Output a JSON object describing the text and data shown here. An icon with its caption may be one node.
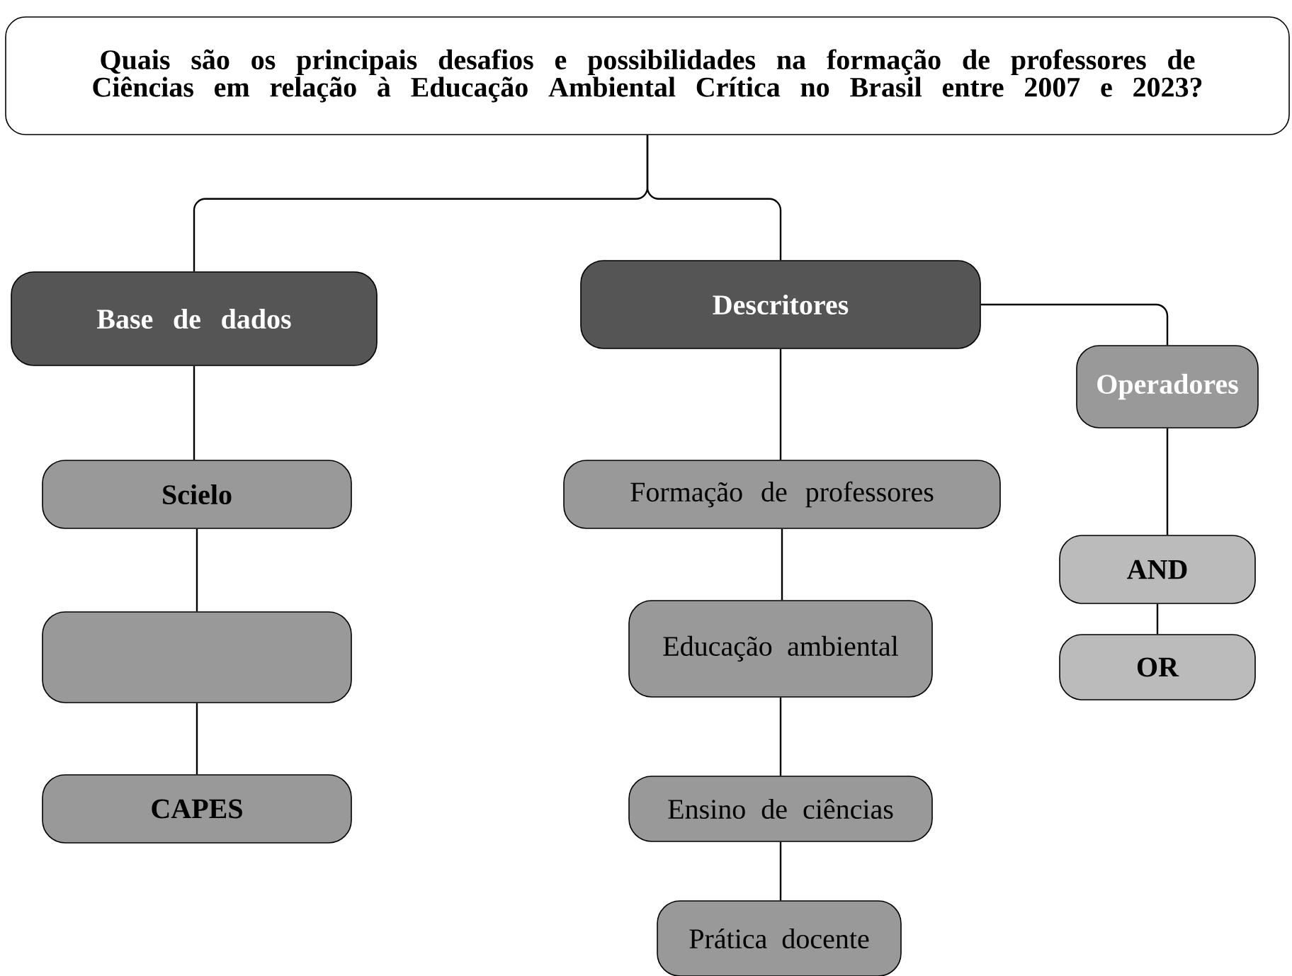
{
  "diagram": {
    "nodes": [
      {
        "text": [
          "Quais são os principais desafios e possibilidades na formação de professores de Ciências em relação à Educação Ambiental Crítica no Brasil entre 2007 e 2023?"
        ]
      },
      {
        "text": [
          "Base de dados"
        ]
      },
      {
        "text": [
          "Descritores"
        ]
      },
      {
        "text": [
          "Operadores"
        ]
      },
      {
        "text": [
          "Scielo"
        ]
      },
      {
        "text": [],
        "shape": "box"
      },
      {
        "text": [
          "CAPES"
        ]
      },
      {
        "text": [
          "Formação de professores"
        ]
      },
      {
        "text": [
          "Educação ambiental"
        ]
      },
      {
        "text": [
          "Ensino de ciências"
        ]
      },
      {
        "text": [
          "Prática docente"
        ]
      },
      {
        "text": [
          "AND"
        ]
      },
      {
        "text": [
          "OR"
        ]
      }
    ],
    "edges": [
      {
        "from": 0,
        "to": 1,
        "arrow": "none"
      },
      {
        "from": 0,
        "to": 2,
        "arrow": "none"
      },
      {
        "from": 2,
        "to": 3,
        "arrow": "none"
      },
      {
        "from": 1,
        "to": 4,
        "arrow": "none"
      },
      {
        "from": 4,
        "to": 5,
        "arrow": "none"
      },
      {
        "from": 5,
        "to": 6,
        "arrow": "none"
      },
      {
        "from": 2,
        "to": 7,
        "arrow": "none"
      },
      {
        "from": 7,
        "to": 8,
        "arrow": "none"
      },
      {
        "from": 8,
        "to": 9,
        "arrow": "none"
      },
      {
        "from": 9,
        "to": 10,
        "arrow": "none"
      },
      {
        "from": 3,
        "to": 11,
        "arrow": "none"
      },
      {
        "from": 11,
        "to": 12,
        "arrow": "none"
      }
    ]
  }
}
